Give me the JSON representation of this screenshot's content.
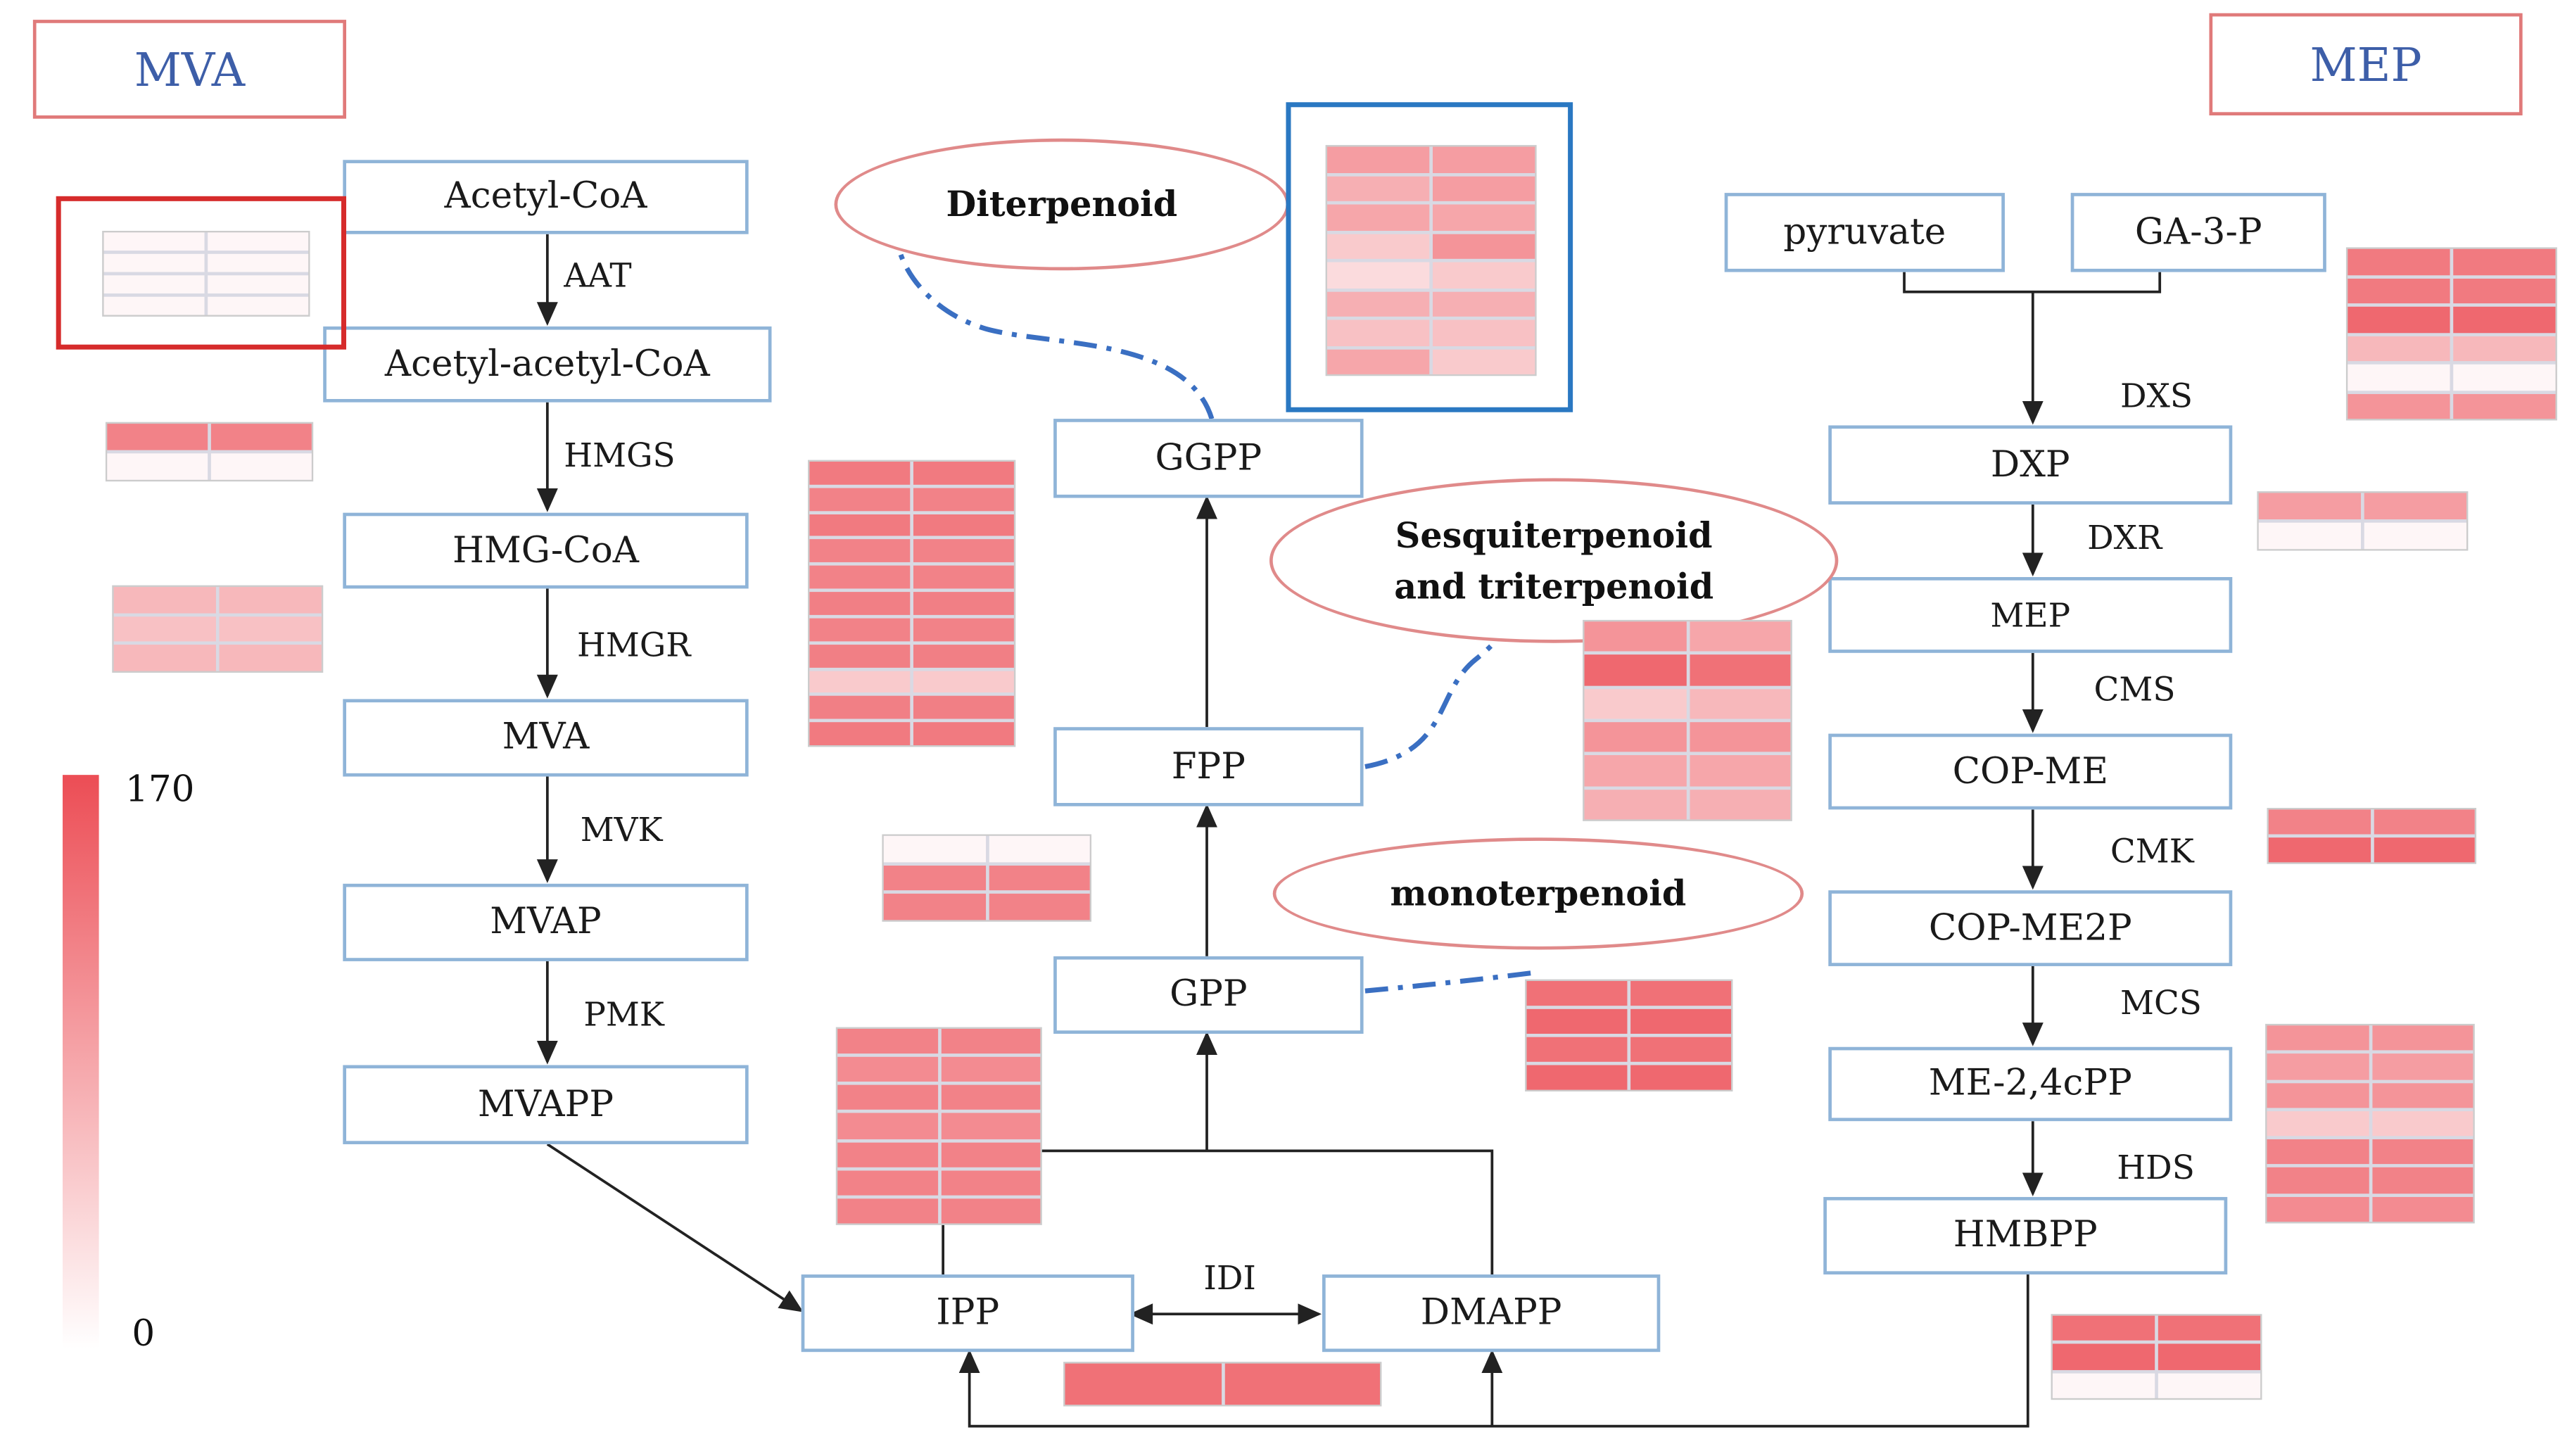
{
  "titles": {
    "left": "MVA",
    "right": "MEP"
  },
  "mva_nodes": [
    "Acetyl-CoA",
    "Acetyl-acetyl-CoA",
    "HMG-CoA",
    "MVA",
    "MVAP",
    "MVAPP"
  ],
  "mva_enzymes": [
    "AAT",
    "HMGS",
    "HMGR",
    "MVK",
    "PMK"
  ],
  "mep_inputs": [
    "pyruvate",
    "GA-3-P"
  ],
  "mep_nodes": [
    "DXP",
    "MEP",
    "COP-ME",
    "COP-ME2P",
    "ME-2,4cPP",
    "HMBPP"
  ],
  "mep_enzymes": [
    "DXS",
    "DXR",
    "CMS",
    "CMK",
    "MCS",
    "HDS"
  ],
  "center_nodes": {
    "ggpp": "GGPP",
    "fpp": "FPP",
    "gpp": "GPP",
    "ipp": "IPP",
    "dmapp": "DMAPP"
  },
  "idi_label": "IDI",
  "terpenoids": {
    "diterpenoid": "Diterpenoid",
    "sesqui_line1": "Sesquiterpenoid",
    "sesqui_line2": "and triterpenoid",
    "monoterpenoid": "monoterpenoid"
  },
  "legend": {
    "max": "170",
    "min": "0",
    "color_max": "#ec4d55",
    "color_min": "#ffffff"
  },
  "colors": {
    "box_border": "#8fb4d8",
    "dash_line": "#3a6fc2",
    "title_border": "#e07a7a",
    "highlight_red": "#d62b2b",
    "highlight_blue": "#2a78c2"
  },
  "heatmaps": {
    "aat": [
      [
        0.05,
        0.05
      ],
      [
        0.05,
        0.05
      ],
      [
        0.05,
        0.05
      ],
      [
        0.05,
        0.05
      ]
    ],
    "hmgs": [
      [
        0.7,
        0.7
      ],
      [
        0.05,
        0.05
      ]
    ],
    "hmgr": [
      [
        0.4,
        0.4
      ],
      [
        0.35,
        0.35
      ],
      [
        0.4,
        0.4
      ]
    ],
    "mva_mid": [
      [
        0.75,
        0.75
      ],
      [
        0.7,
        0.7
      ],
      [
        0.75,
        0.75
      ],
      [
        0.7,
        0.7
      ],
      [
        0.7,
        0.7
      ],
      [
        0.72,
        0.72
      ],
      [
        0.7,
        0.7
      ],
      [
        0.72,
        0.72
      ],
      [
        0.3,
        0.3
      ],
      [
        0.72,
        0.72
      ],
      [
        0.75,
        0.75
      ]
    ],
    "ggpp": [
      [
        0.55,
        0.55
      ],
      [
        0.45,
        0.55
      ],
      [
        0.5,
        0.5
      ],
      [
        0.3,
        0.6
      ],
      [
        0.2,
        0.3
      ],
      [
        0.45,
        0.45
      ],
      [
        0.35,
        0.35
      ],
      [
        0.5,
        0.3
      ]
    ],
    "sesqui": [
      [
        0.6,
        0.5
      ],
      [
        0.85,
        0.8
      ],
      [
        0.3,
        0.4
      ],
      [
        0.6,
        0.6
      ],
      [
        0.5,
        0.5
      ],
      [
        0.45,
        0.45
      ]
    ],
    "idi_top": [
      [
        0.05,
        0.05
      ],
      [
        0.7,
        0.7
      ],
      [
        0.7,
        0.7
      ]
    ],
    "ipp": [
      [
        0.7,
        0.7
      ],
      [
        0.65,
        0.65
      ],
      [
        0.7,
        0.7
      ],
      [
        0.65,
        0.65
      ],
      [
        0.7,
        0.7
      ],
      [
        0.7,
        0.7
      ],
      [
        0.7,
        0.7
      ]
    ],
    "gpp": [
      [
        0.8,
        0.8
      ],
      [
        0.85,
        0.85
      ],
      [
        0.8,
        0.8
      ],
      [
        0.85,
        0.85
      ]
    ],
    "idi": [
      [
        0.8,
        0.8
      ]
    ],
    "dxs": [
      [
        0.75,
        0.75
      ],
      [
        0.75,
        0.75
      ],
      [
        0.85,
        0.85
      ],
      [
        0.4,
        0.4
      ],
      [
        0.05,
        0.05
      ],
      [
        0.6,
        0.6
      ]
    ],
    "dxr": [
      [
        0.55,
        0.55
      ],
      [
        0.05,
        0.05
      ]
    ],
    "cmk": [
      [
        0.7,
        0.7
      ],
      [
        0.85,
        0.85
      ]
    ],
    "mcs_hds": [
      [
        0.6,
        0.6
      ],
      [
        0.55,
        0.55
      ],
      [
        0.6,
        0.6
      ],
      [
        0.3,
        0.3
      ],
      [
        0.7,
        0.7
      ],
      [
        0.7,
        0.7
      ],
      [
        0.65,
        0.65
      ]
    ],
    "hmbpp": [
      [
        0.8,
        0.8
      ],
      [
        0.85,
        0.85
      ],
      [
        0.05,
        0.05
      ]
    ]
  }
}
